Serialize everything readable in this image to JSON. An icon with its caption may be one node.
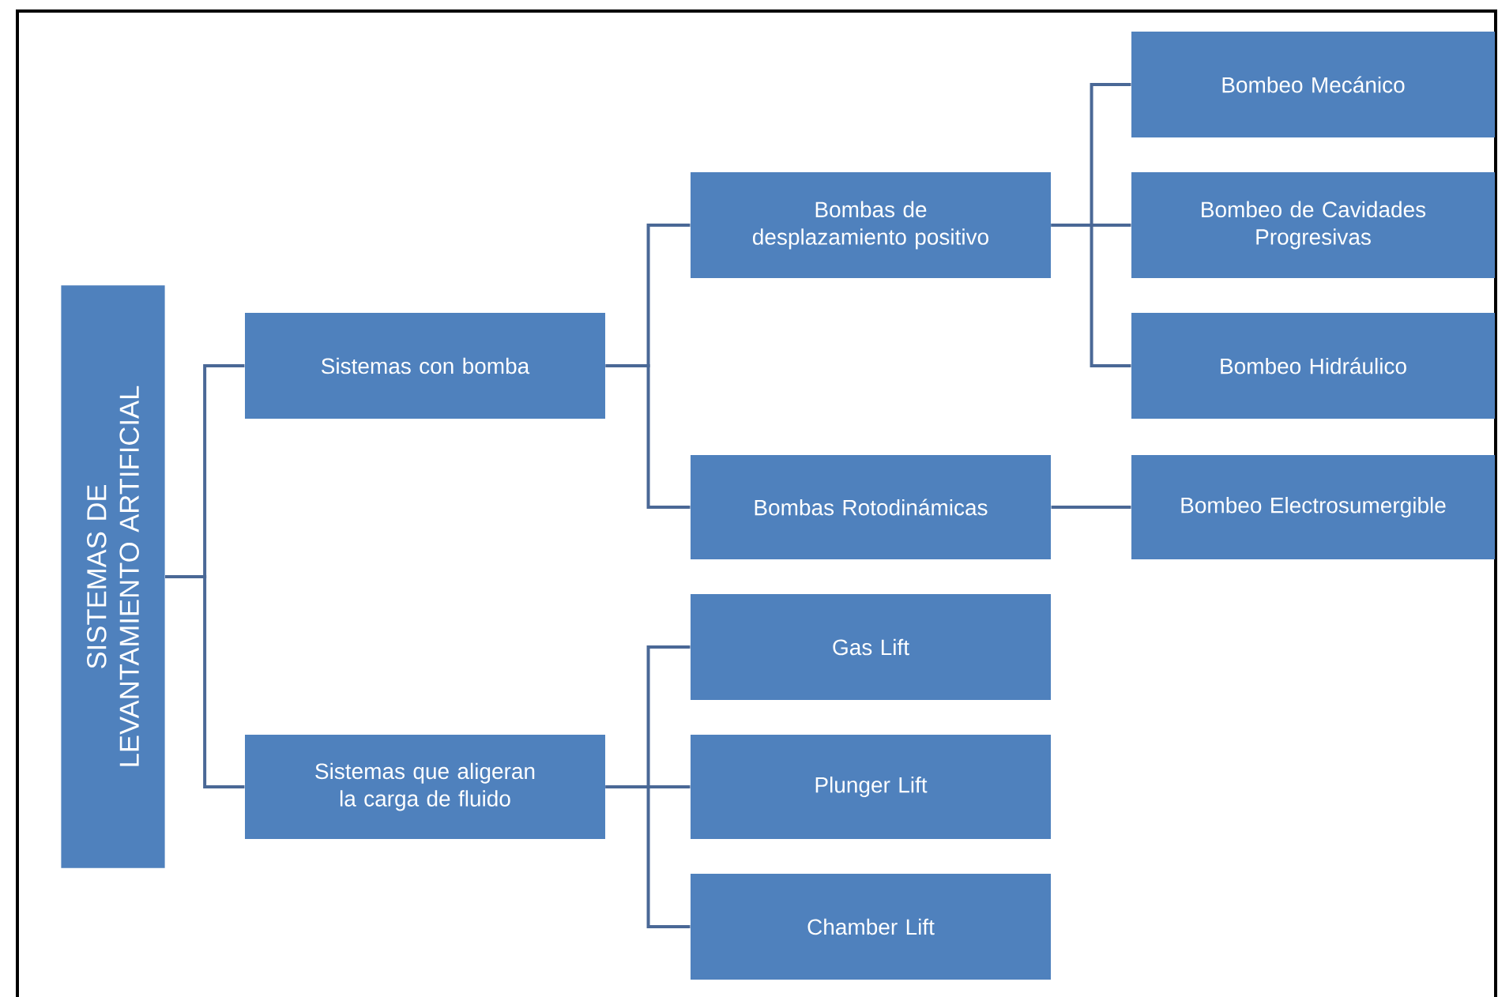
{
  "diagram": {
    "nodes": [
      {
        "text": [
          "SISTEMAS DE LEVANTAMIENTO ARTIFICIAL"
        ]
      },
      {
        "text": [
          "Sistemas con bomba"
        ]
      },
      {
        "text": [
          "Sistemas que aligeran la carga de fluido"
        ]
      },
      {
        "text": [
          "Bombas de desplazamiento positivo"
        ]
      },
      {
        "text": [
          "Bombas Rotodinámicas"
        ]
      },
      {
        "text": [
          "Bombeo Mecánico"
        ]
      },
      {
        "text": [
          "Bombeo de Cavidades Progresivas"
        ]
      },
      {
        "text": [
          "Bombeo Hidráulico"
        ]
      },
      {
        "text": [
          "Bombeo Electrosumergible"
        ]
      },
      {
        "text": [
          "Gas Lift"
        ]
      },
      {
        "text": [
          "Plunger Lift"
        ]
      },
      {
        "text": [
          "Chamber Lift"
        ]
      }
    ],
    "edges": [
      {
        "from": 0,
        "to": 1,
        "arrow": "none"
      },
      {
        "from": 0,
        "to": 2,
        "arrow": "none"
      },
      {
        "from": 1,
        "to": 3,
        "arrow": "none"
      },
      {
        "from": 1,
        "to": 4,
        "arrow": "none"
      },
      {
        "from": 3,
        "to": 5,
        "arrow": "none"
      },
      {
        "from": 3,
        "to": 6,
        "arrow": "none"
      },
      {
        "from": 3,
        "to": 7,
        "arrow": "none"
      },
      {
        "from": 4,
        "to": 8,
        "arrow": "none"
      },
      {
        "from": 2,
        "to": 9,
        "arrow": "none"
      },
      {
        "from": 2,
        "to": 10,
        "arrow": "none"
      },
      {
        "from": 2,
        "to": 11,
        "arrow": "none"
      }
    ]
  }
}
